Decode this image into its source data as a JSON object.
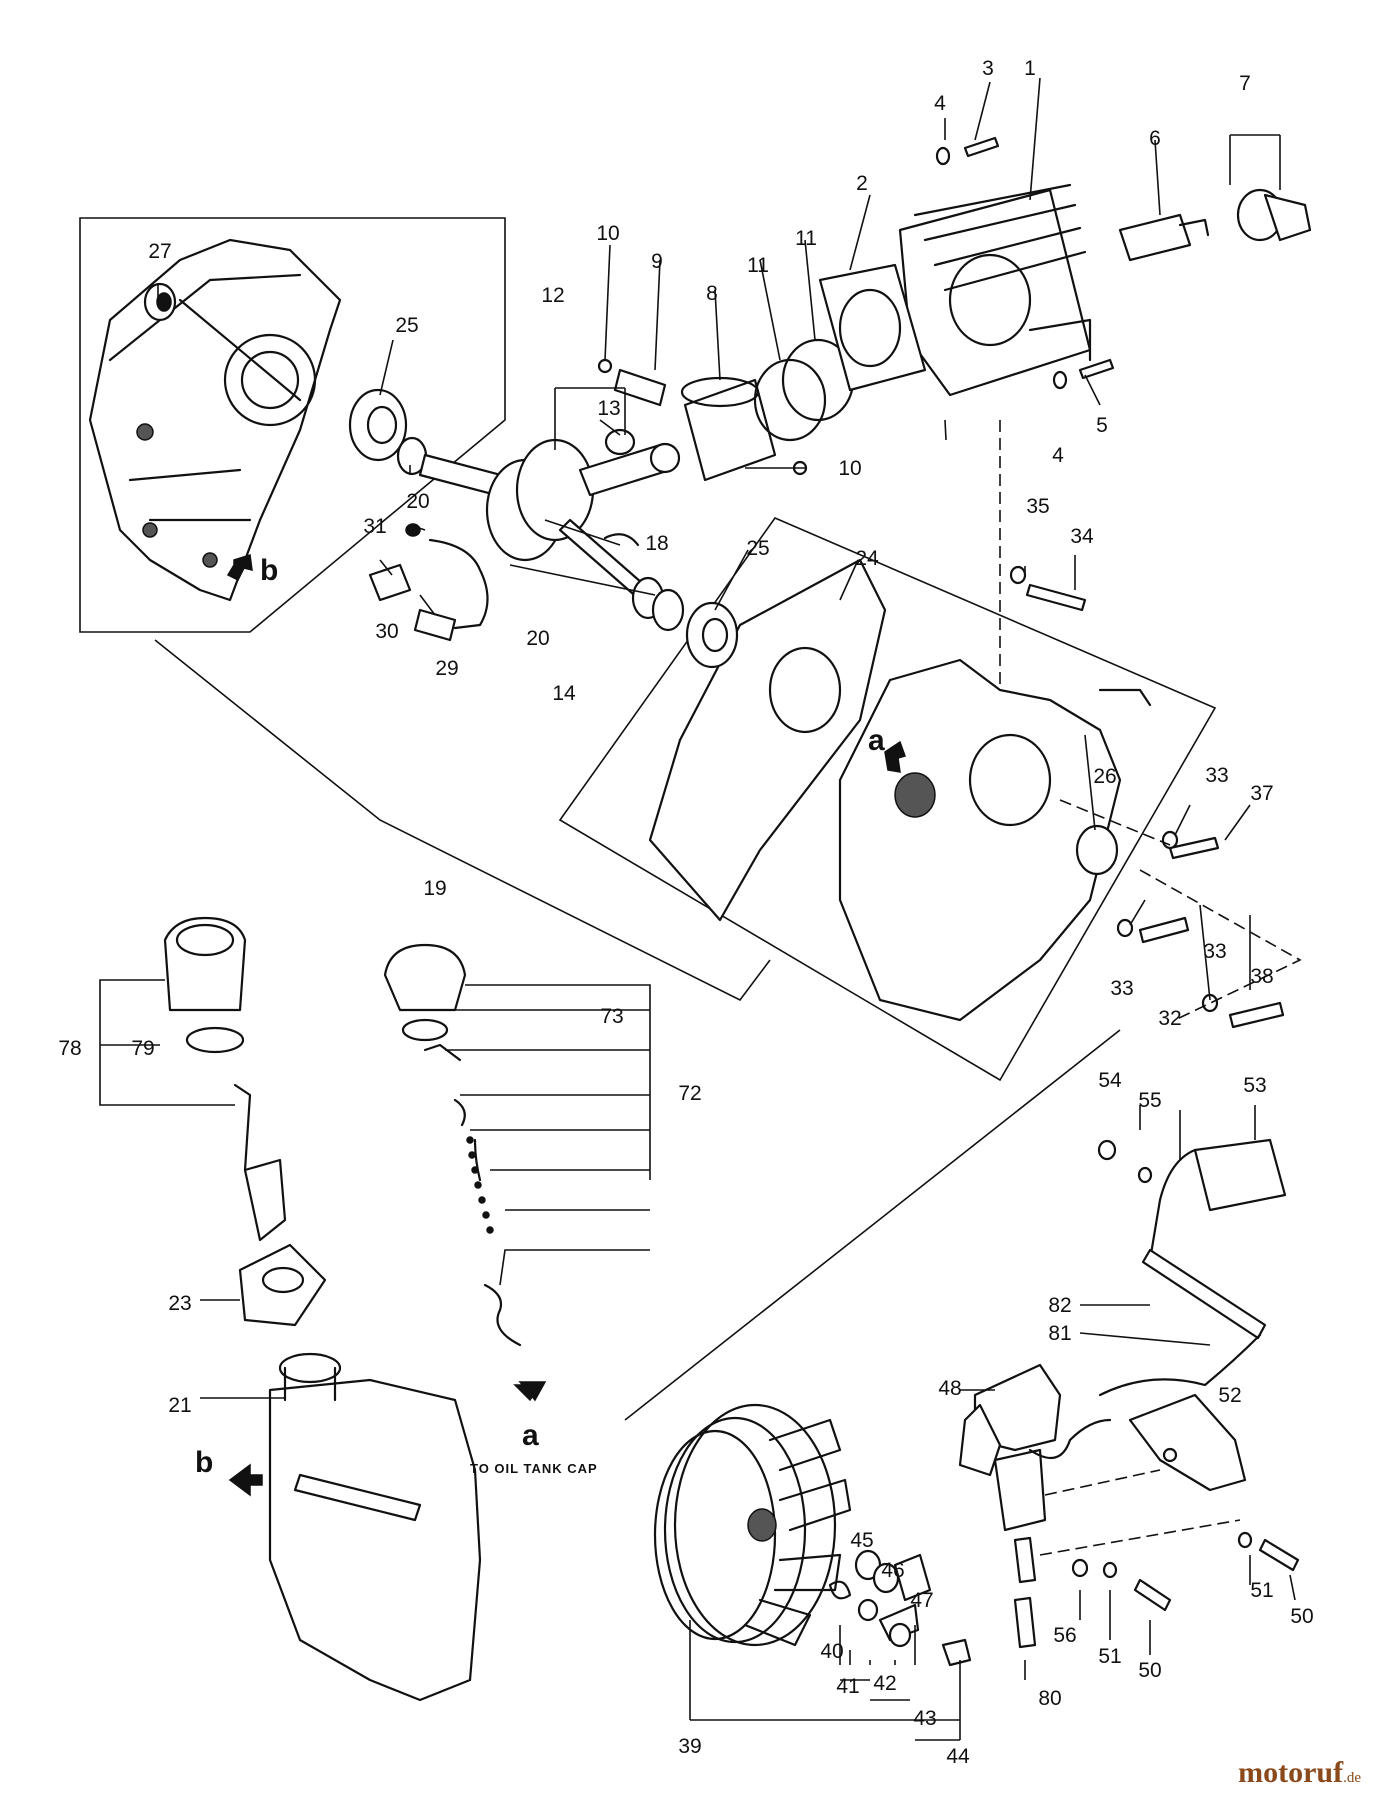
{
  "callouts": {
    "c1": "1",
    "c2": "2",
    "c3": "3",
    "c4a": "4",
    "c4b": "4",
    "c5": "5",
    "c6": "6",
    "c7": "7",
    "c8": "8",
    "c9": "9",
    "c10a": "10",
    "c10b": "10",
    "c11a": "11",
    "c11b": "11",
    "c12": "12",
    "c13": "13",
    "c14": "14",
    "c18": "18",
    "c19": "19",
    "c20a": "20",
    "c20b": "20",
    "c21": "21",
    "c23": "23",
    "c24": "24",
    "c25a": "25",
    "c25b": "25",
    "c26": "26",
    "c27": "27",
    "c29": "29",
    "c30": "30",
    "c31": "31",
    "c32": "32",
    "c33a": "33",
    "c33b": "33",
    "c33c": "33",
    "c34": "34",
    "c35": "35",
    "c37": "37",
    "c38": "38",
    "c39": "39",
    "c40": "40",
    "c41": "41",
    "c42": "42",
    "c43": "43",
    "c44": "44",
    "c45": "45",
    "c46": "46",
    "c47": "47",
    "c48": "48",
    "c50a": "50",
    "c50b": "50",
    "c51a": "51",
    "c51b": "51",
    "c52": "52",
    "c53": "53",
    "c54": "54",
    "c55": "55",
    "c56": "56",
    "c72": "72",
    "c73": "73",
    "c78": "78",
    "c79": "79",
    "c80": "80",
    "c81": "81",
    "c82": "82"
  },
  "letters": {
    "a_top": "a",
    "a_bottom": "a",
    "b_top": "b",
    "b_bottom": "b"
  },
  "notes": {
    "oil_tank_cap": "TO OIL TANK CAP"
  },
  "watermark": {
    "brand": "motoruf",
    "suffix": ".de"
  },
  "colors": {
    "ink": "#111111",
    "paper": "#ffffff",
    "watermark": "#8a4a1c"
  }
}
